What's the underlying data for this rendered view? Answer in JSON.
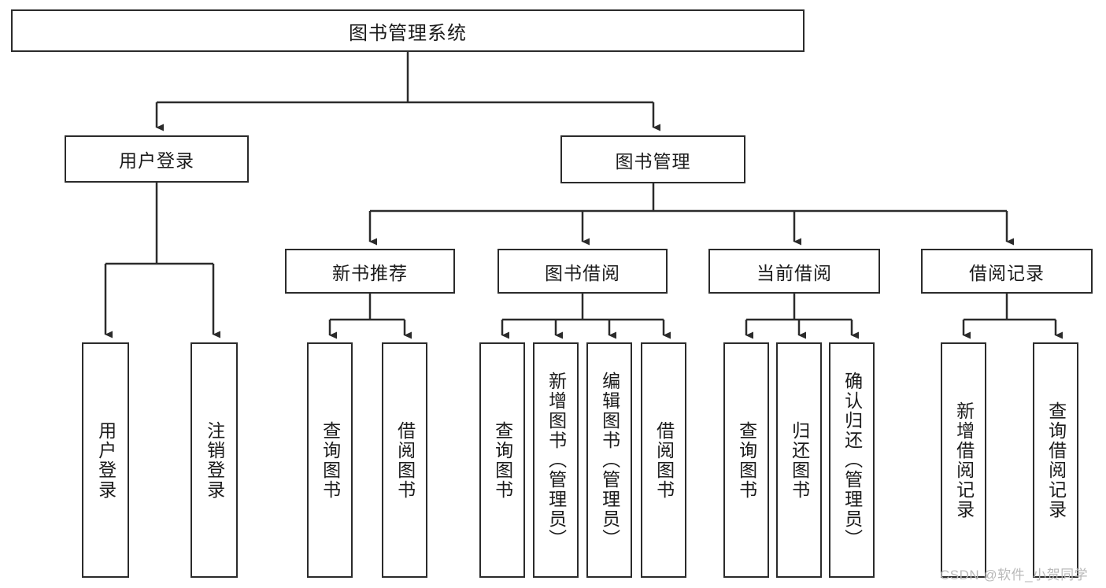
{
  "diagram": {
    "type": "hierarchy-tree",
    "title": "图书管理系统",
    "watermark": "CSDN @软件_小贺同学",
    "levels": {
      "root": {
        "label": "图书管理系统"
      },
      "level2": [
        {
          "id": "user-login",
          "label": "用户登录"
        },
        {
          "id": "book-management",
          "label": "图书管理"
        }
      ],
      "level3": [
        {
          "id": "new-book-recommend",
          "label": "新书推荐",
          "parent": "book-management"
        },
        {
          "id": "book-borrow",
          "label": "图书借阅",
          "parent": "book-management"
        },
        {
          "id": "current-borrow",
          "label": "当前借阅",
          "parent": "book-management"
        },
        {
          "id": "borrow-record",
          "label": "借阅记录",
          "parent": "book-management"
        }
      ],
      "leaves": [
        {
          "id": "leaf-user-login",
          "label": "用户登录",
          "parent": "user-login"
        },
        {
          "id": "leaf-logout-login",
          "label": "注销登录",
          "parent": "user-login"
        },
        {
          "id": "leaf-query-book-1",
          "label": "查询图书",
          "parent": "new-book-recommend"
        },
        {
          "id": "leaf-borrow-book-1",
          "label": "借阅图书",
          "parent": "new-book-recommend"
        },
        {
          "id": "leaf-query-book-2",
          "label": "查询图书",
          "parent": "book-borrow"
        },
        {
          "id": "leaf-add-book",
          "label": "新增图书（管理员）",
          "parent": "book-borrow"
        },
        {
          "id": "leaf-edit-book",
          "label": "编辑图书（管理员）",
          "parent": "book-borrow"
        },
        {
          "id": "leaf-borrow-book-2",
          "label": "借阅图书",
          "parent": "book-borrow"
        },
        {
          "id": "leaf-query-book-3",
          "label": "查询图书",
          "parent": "current-borrow"
        },
        {
          "id": "leaf-return-book",
          "label": "归还图书",
          "parent": "current-borrow"
        },
        {
          "id": "leaf-confirm-return",
          "label": "确认归还（管理员）",
          "parent": "current-borrow"
        },
        {
          "id": "leaf-add-record",
          "label": "新增借阅记录",
          "parent": "borrow-record"
        },
        {
          "id": "leaf-query-record",
          "label": "查询借阅记录",
          "parent": "borrow-record"
        }
      ]
    },
    "colors": {
      "stroke": "#2b2b2b",
      "fill": "#ffffff",
      "text": "#1b1b1b",
      "watermark": "#b9b9b9"
    }
  }
}
